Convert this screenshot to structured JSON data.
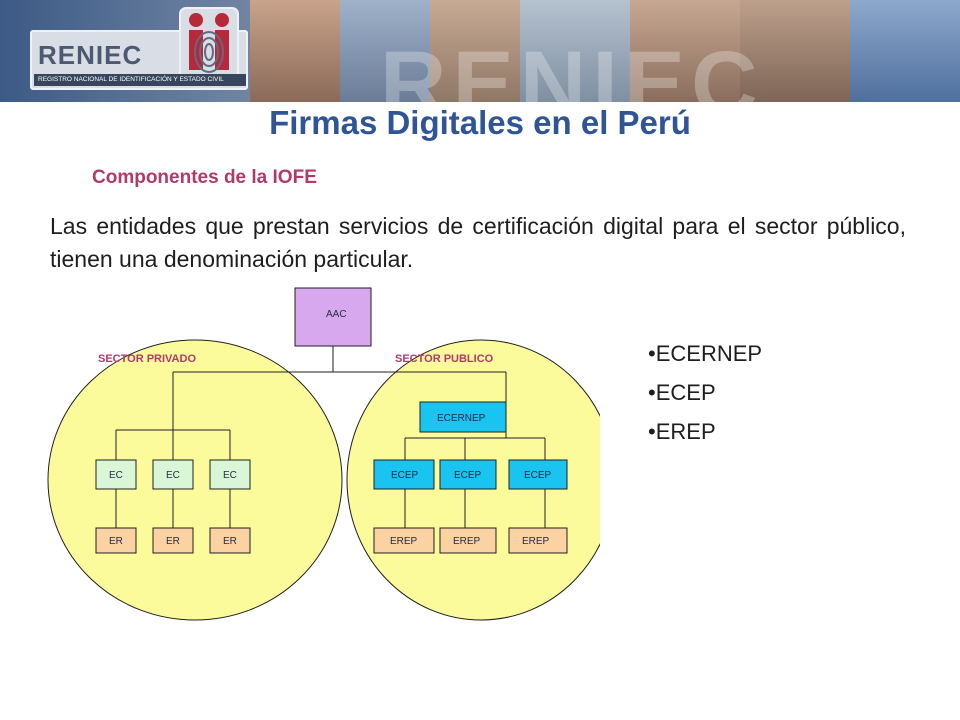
{
  "header": {
    "logo_text": "RENIEC",
    "logo_subtitle": "REGISTRO NACIONAL DE IDENTIFICACIÓN Y ESTADO CIVIL",
    "watermark": "RENIEC"
  },
  "title": "Firmas Digitales en el Perú",
  "subtitle": "Componentes de la IOFE",
  "paragraph": "Las entidades que prestan servicios de certificación digital para el sector público, tienen una denominación particular.",
  "diagram": {
    "root": "AAC",
    "private_label": "SECTOR PRIVADO",
    "public_label": "SECTOR PUBLICO",
    "private_ec": [
      "EC",
      "EC",
      "EC"
    ],
    "private_er": [
      "ER",
      "ER",
      "ER"
    ],
    "public_head": "ECERNEP",
    "public_ecep": [
      "ECEP",
      "ECEP",
      "ECEP"
    ],
    "public_erep": [
      "EREP",
      "EREP",
      "EREP"
    ]
  },
  "bullets": [
    "•ECERNEP",
    "•ECEP",
    "•EREP"
  ],
  "colors": {
    "title": "#2f5596",
    "subtitle": "#b03a6a",
    "root_node": "#d8a8ee",
    "ellipse": "#fbfb9c",
    "ec_node": "#d9f6d6",
    "er_node": "#fbd3a3",
    "ecernep_node": "#19c4f1",
    "ecep_node": "#19c4f1",
    "erep_node": "#fbd3a3"
  }
}
